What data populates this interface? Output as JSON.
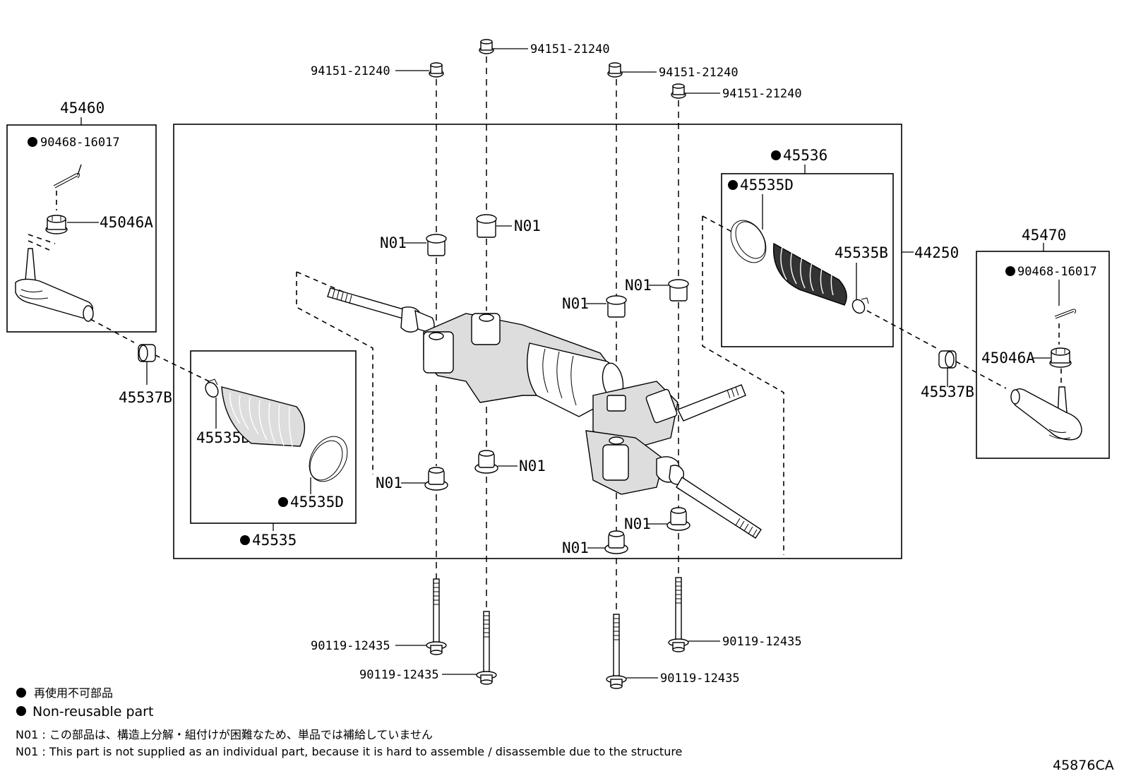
{
  "diagram_id": "45876CA",
  "assemblies": {
    "left_tie_rod_end": {
      "part_no": "45460",
      "cotter_pin": "90468-16017",
      "nut": "45046A"
    },
    "right_tie_rod_end": {
      "part_no": "45470",
      "cotter_pin": "90468-16017",
      "nut": "45046A"
    },
    "steering_gear": {
      "part_no": "44250"
    },
    "left_boot_kit": {
      "part_no": "45535",
      "clamp": "45535B",
      "band": "45535D"
    },
    "right_boot_kit": {
      "part_no": "45536",
      "band": "45535D",
      "clamp": "45535B"
    }
  },
  "locknut_left": "45537B",
  "locknut_right": "45537B",
  "nuts_top": [
    "94151-21240",
    "94151-21240",
    "94151-21240",
    "94151-21240"
  ],
  "bolts_bottom": [
    "90119-12435",
    "90119-12435",
    "90119-12435",
    "90119-12435"
  ],
  "bushing_label": "N01",
  "legend": {
    "jp_nonreusable": "再使用不可部品",
    "en_nonreusable": "Non-reusable part",
    "jp_n01": "N01 : この部品は、構造上分解・組付けが困難なため、単品では補給していません",
    "en_n01": "N01 : This part is not supplied as an individual part, because it is hard to assemble / disassemble due to the structure"
  }
}
